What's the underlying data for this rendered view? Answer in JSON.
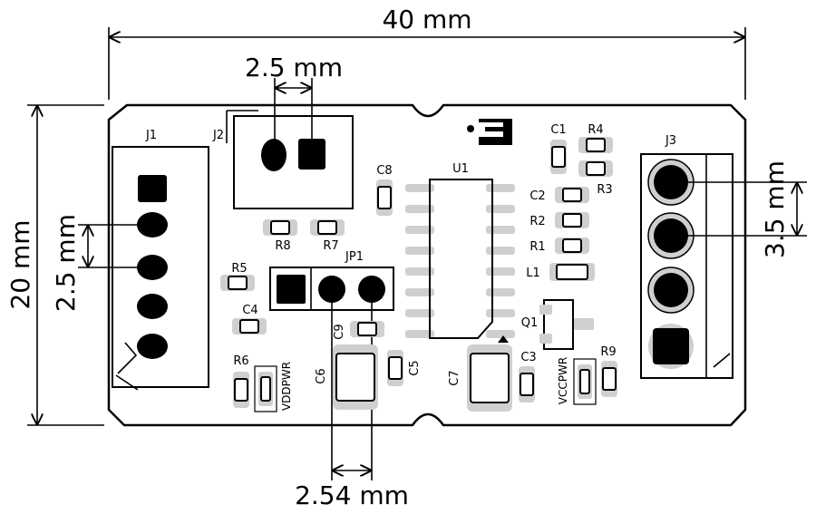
{
  "dimensions": {
    "width": "40 mm",
    "height": "20 mm",
    "j2_pitch": "2.5 mm",
    "j1_pitch": "2.5 mm",
    "j3_pitch": "3.5 mm",
    "jp1_pitch": "2.54 mm"
  },
  "labels": {
    "j1": "J1",
    "j2": "J2",
    "j3": "J3",
    "jp1": "JP1",
    "u1": "U1",
    "c1": "C1",
    "c2": "C2",
    "c3": "C3",
    "c4": "C4",
    "c5": "C5",
    "c6": "C6",
    "c7": "C7",
    "c8": "C8",
    "c9": "C9",
    "r1": "R1",
    "r2": "R2",
    "r3": "R3",
    "r4": "R4",
    "r5": "R5",
    "r6": "R6",
    "r7": "R7",
    "r8": "R8",
    "r9": "R9",
    "l1": "L1",
    "q1": "Q1",
    "vddpwr": "VDDPWR",
    "vccpwr": "VCCPWR"
  },
  "colors": {
    "board": "#ffffff",
    "outline": "#000000",
    "pad": "#cfcfcf"
  }
}
